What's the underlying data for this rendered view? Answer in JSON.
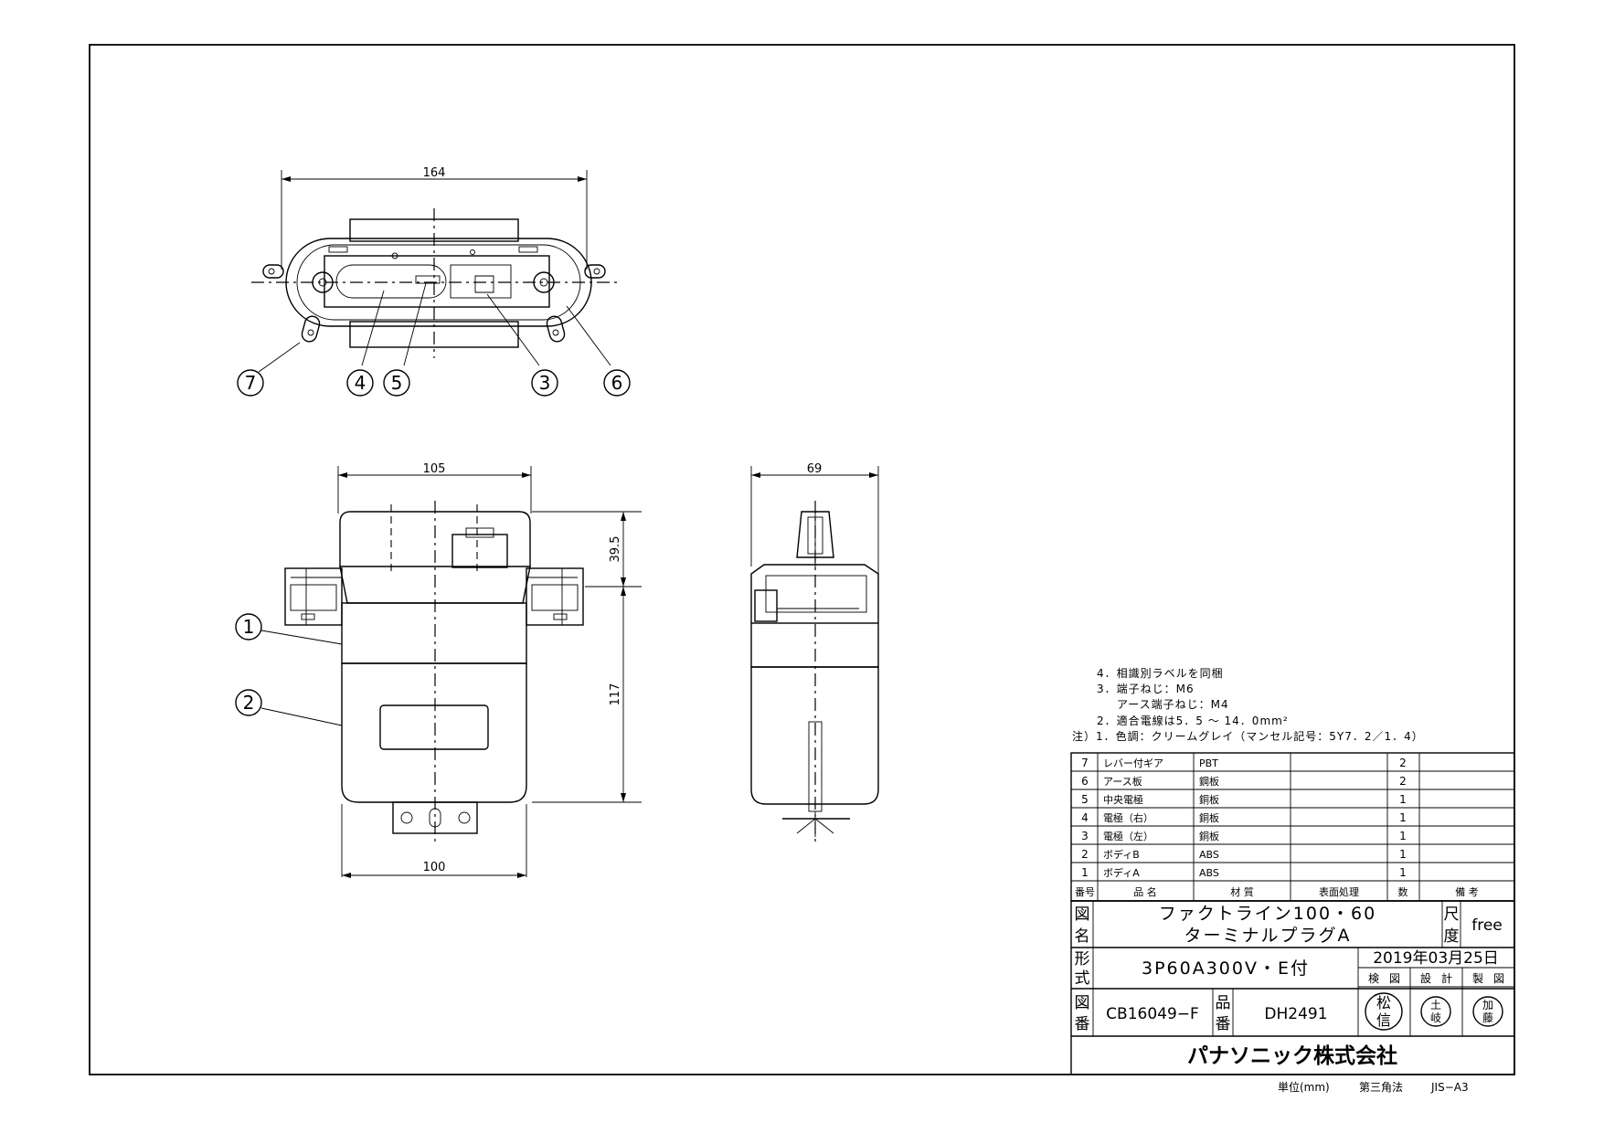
{
  "dimensions": {
    "top_width": "164",
    "front_top_width": "105",
    "front_bottom_width": "100",
    "side_width": "69",
    "height_upper": "39.5",
    "height_total": "117"
  },
  "balloons": {
    "top_view": [
      "7",
      "4",
      "5",
      "3",
      "6"
    ],
    "front_view": [
      "1",
      "2"
    ]
  },
  "notes": [
    "4．相識別ラベルを同梱",
    "3．端子ねじ：M6",
    "アース端子ねじ：M4",
    "2．適合電線は5．5 ～ 14．0mm²",
    "注）1．色調：クリームグレイ（マンセル記号：5Y7．2／1．4）"
  ],
  "parts_table": {
    "columns": [
      "番号",
      "品 名",
      "材 質",
      "表面処理",
      "数",
      "備 考"
    ],
    "rows": [
      {
        "no": "7",
        "name": "レバー付ギア",
        "material": "PBT",
        "treatment": "",
        "qty": "2",
        "remarks": ""
      },
      {
        "no": "6",
        "name": "アース板",
        "material": "鋼板",
        "treatment": "",
        "qty": "2",
        "remarks": ""
      },
      {
        "no": "5",
        "name": "中央電極",
        "material": "銅板",
        "treatment": "",
        "qty": "1",
        "remarks": ""
      },
      {
        "no": "4",
        "name": "電極（右）",
        "material": "銅板",
        "treatment": "",
        "qty": "1",
        "remarks": ""
      },
      {
        "no": "3",
        "name": "電極（左）",
        "material": "銅板",
        "treatment": "",
        "qty": "1",
        "remarks": ""
      },
      {
        "no": "2",
        "name": "ボディB",
        "material": "ABS",
        "treatment": "",
        "qty": "1",
        "remarks": ""
      },
      {
        "no": "1",
        "name": "ボディA",
        "material": "ABS",
        "treatment": "",
        "qty": "1",
        "remarks": ""
      }
    ]
  },
  "title_block": {
    "label_name": [
      "図",
      "名"
    ],
    "name_line1": "ファクトライン100・60",
    "name_line2": "ターミナルプラグA",
    "label_scale": [
      "尺",
      "度"
    ],
    "scale": "free",
    "label_model": [
      "形",
      "式"
    ],
    "model": "3P60A300V・E付",
    "date": "2019年03月25日",
    "roles": [
      "検",
      "図",
      "設",
      "計",
      "製",
      "図"
    ],
    "label_drawing_no": [
      "図",
      "番"
    ],
    "drawing_no": "CB16049−F",
    "label_product_no": [
      "品",
      "番"
    ],
    "product_no": "DH2491",
    "stamps": [
      [
        "松",
        "信"
      ],
      [
        "土",
        "岐"
      ],
      [
        "加",
        "藤"
      ]
    ],
    "company": "パナソニック株式会社"
  },
  "footer": {
    "unit": "単位(mm)",
    "projection": "第三角法",
    "paper": "JIS−A3"
  }
}
